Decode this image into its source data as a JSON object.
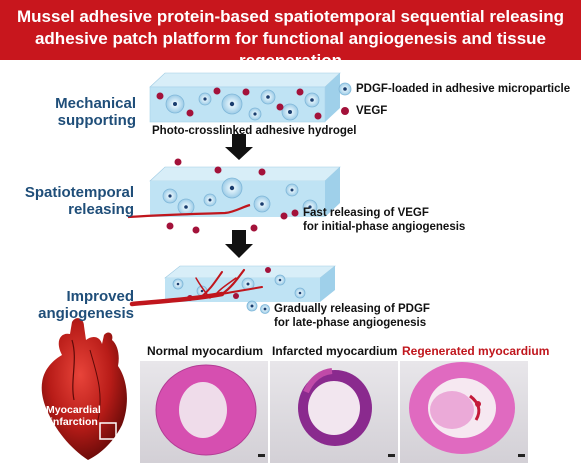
{
  "banner": {
    "line1": "Mussel adhesive protein-based spatiotemporal sequential releasing",
    "line2": "adhesive patch platform for functional angiogenesis and tissue regeneration"
  },
  "stages": [
    {
      "line1": "Mechanical",
      "line2": "supporting"
    },
    {
      "line1": "Spatiotemporal",
      "line2": "releasing"
    },
    {
      "line1": "Improved",
      "line2": "angiogenesis"
    }
  ],
  "legend": {
    "pdgf": "PDGF-loaded in adhesive microparticle",
    "vegf": "VEGF"
  },
  "hydrogel_label": "Photo-crosslinked adhesive hydrogel",
  "annot_vegf": {
    "line1": "Fast releasing of VEGF",
    "line2": "for initial-phase angiogenesis"
  },
  "annot_pdgf": {
    "line1": "Gradually releasing of PDGF",
    "line2": "for late-phase angiogenesis"
  },
  "heart_label": {
    "line1": "Myocardial",
    "line2": "infarction"
  },
  "panels": [
    {
      "title": "Normal myocardium",
      "color": "#111111"
    },
    {
      "title": "Infarcted myocardium",
      "color": "#111111"
    },
    {
      "title": "Regenerated myocardium",
      "color": "#c0161d"
    }
  ],
  "colors": {
    "banner": "#c8161d",
    "stage_label": "#1f4e79",
    "hydrogel": "#bfe3f4",
    "vessel": "#c0161d"
  }
}
